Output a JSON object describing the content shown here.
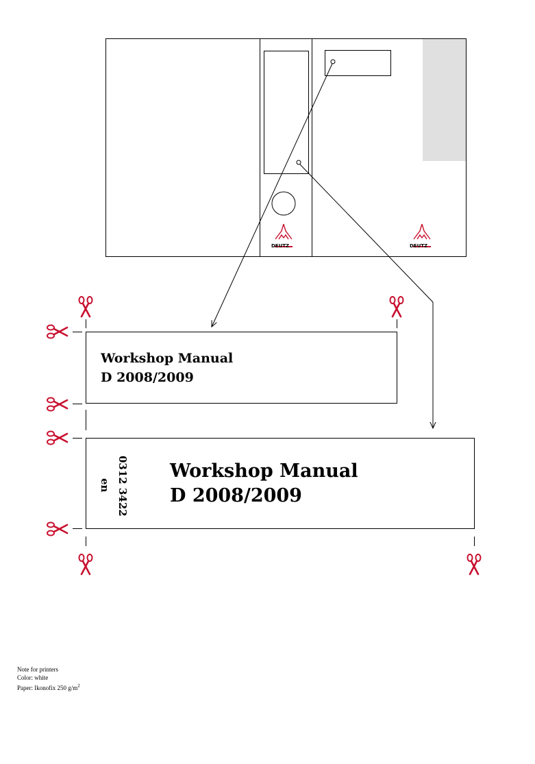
{
  "colors": {
    "accent": "#c8102e",
    "gray_panel": "#e0e0e0"
  },
  "logos": {
    "spine_logo": "DEUTZ",
    "front_logo": "DEUTZ"
  },
  "spine_label": {
    "title_line1": "Workshop Manual",
    "title_line2": "D 2008/2009"
  },
  "front_label": {
    "title_line1": "Workshop Manual",
    "title_line2": "D 2008/2009",
    "part_number": "0312 3422",
    "language": "en"
  },
  "note": {
    "line1": "Note for printers",
    "line2": "Color: white",
    "line3": "Paper: Ikonofix 250 g/m",
    "superscript": "2"
  },
  "icons": [
    "scissors-icon",
    "deutz-logo"
  ]
}
